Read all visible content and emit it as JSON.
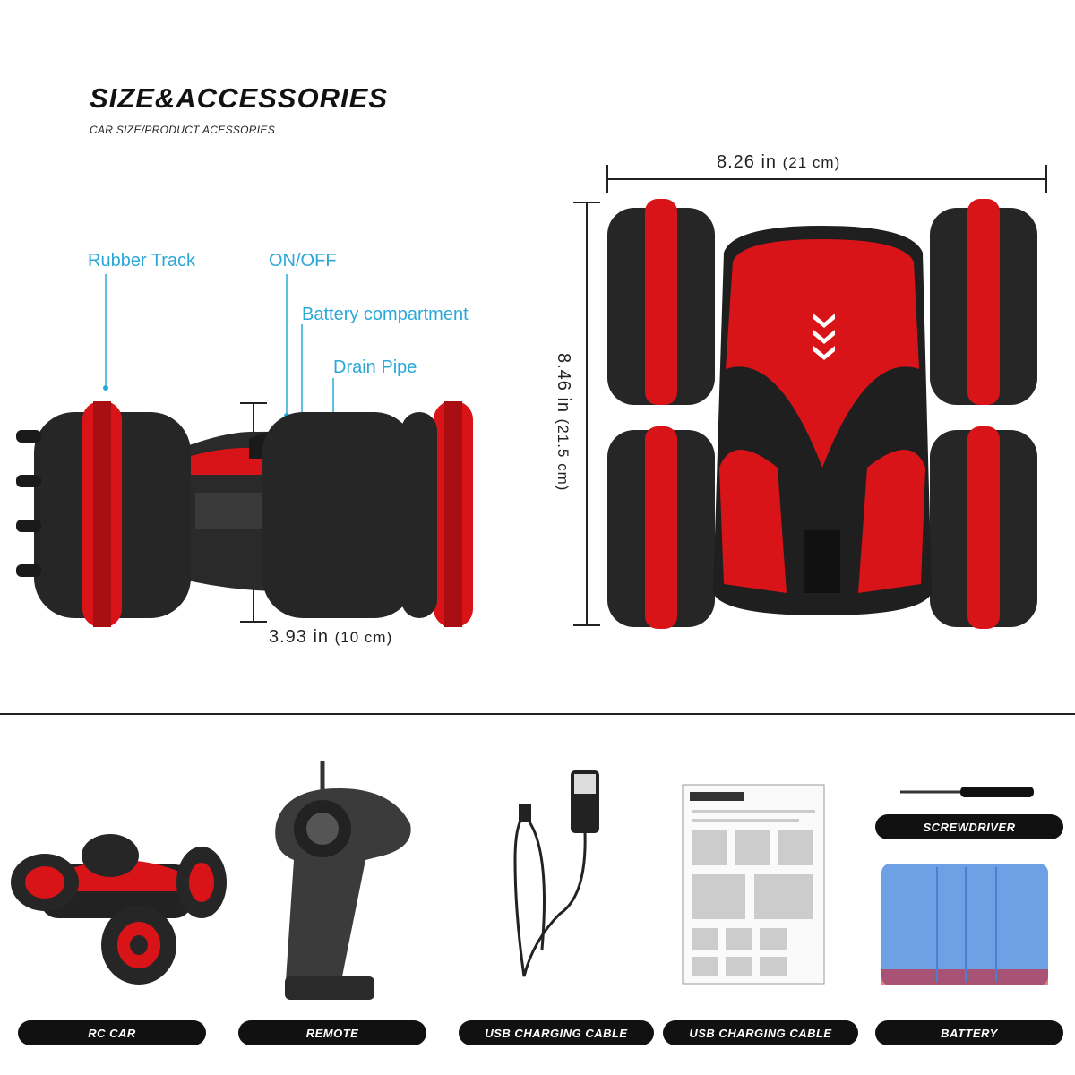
{
  "header": {
    "title": "SIZE&ACCESSORIES",
    "subtitle": "CAR SIZE/PRODUCT ACESSORIES"
  },
  "callouts": {
    "rubber_track": "Rubber Track",
    "on_off": "ON/OFF",
    "battery_compartment": "Battery compartment",
    "drain_pipe": "Drain Pipe"
  },
  "dimensions": {
    "width": {
      "value": "8.26 in",
      "metric": "(21 cm)"
    },
    "length": {
      "value": "8.46 in",
      "metric": "(21.5 cm)"
    },
    "height": {
      "value": "3.93 in",
      "metric": "(10 cm)"
    }
  },
  "accessories": [
    {
      "label": "RC CAR"
    },
    {
      "label": "REMOTE"
    },
    {
      "label": "USB CHARGING CABLE"
    },
    {
      "label": "USB CHARGING CABLE"
    },
    {
      "label": "SCREWDRIVER"
    },
    {
      "label": "BATTERY"
    }
  ],
  "colors": {
    "accent": "#2aa8d8",
    "car_red": "#d81418",
    "tire_black": "#262626"
  }
}
